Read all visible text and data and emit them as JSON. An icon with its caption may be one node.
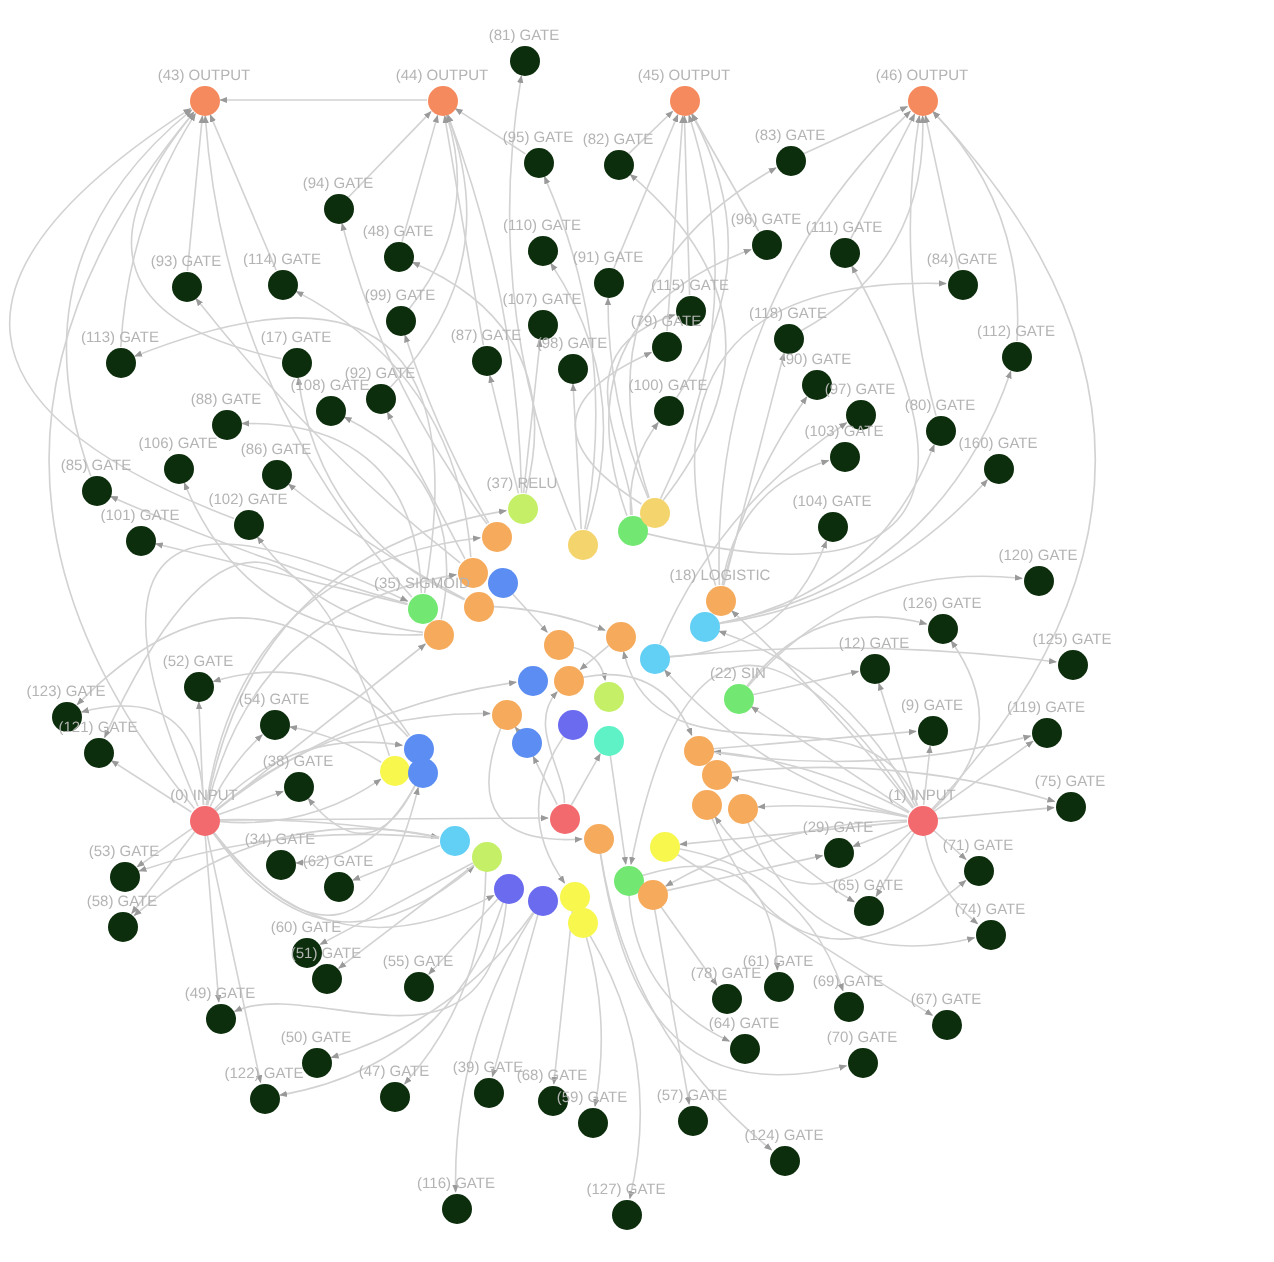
{
  "diagram": {
    "nodes": [
      {
        "text": [
          "(43) OUTPUT"
        ]
      },
      {
        "text": [
          "(81) GATE"
        ]
      },
      {
        "text": [
          "(44) OUTPUT"
        ]
      },
      {
        "text": [
          "(45) OUTPUT"
        ]
      },
      {
        "text": [
          "(46) OUTPUT"
        ]
      },
      {
        "text": [
          "(95) GATE"
        ]
      },
      {
        "text": [
          "(82) GATE"
        ]
      },
      {
        "text": [
          "(83) GATE"
        ]
      },
      {
        "text": [
          "(94) GATE"
        ]
      },
      {
        "text": [
          "(96) GATE"
        ]
      },
      {
        "text": [
          "(111) GATE"
        ]
      },
      {
        "text": [
          "(48) GATE"
        ]
      },
      {
        "text": [
          "(110) GATE"
        ]
      },
      {
        "text": [
          "(93) GATE"
        ]
      },
      {
        "text": [
          "(114) GATE"
        ]
      },
      {
        "text": [
          "(91) GATE"
        ]
      },
      {
        "text": [
          "(84) GATE"
        ]
      },
      {
        "text": [
          "(115) GATE"
        ]
      },
      {
        "text": [
          "(99) GATE"
        ]
      },
      {
        "text": [
          "(107) GATE"
        ]
      },
      {
        "text": [
          "(118) GATE"
        ]
      },
      {
        "text": [
          "(79) GATE"
        ]
      },
      {
        "text": [
          "(113) GATE"
        ]
      },
      {
        "text": [
          "(17) GATE"
        ]
      },
      {
        "text": [
          "(87) GATE"
        ]
      },
      {
        "text": [
          "(98) GATE"
        ]
      },
      {
        "text": [
          "(112) GATE"
        ]
      },
      {
        "text": [
          "(90) GATE"
        ]
      },
      {
        "text": [
          "(92) GATE"
        ]
      },
      {
        "text": [
          "(108) GATE"
        ]
      },
      {
        "text": [
          "(88) GATE"
        ]
      },
      {
        "text": [
          "(100) GATE"
        ]
      },
      {
        "text": [
          "(97) GATE"
        ]
      },
      {
        "text": [
          "(80) GATE"
        ]
      },
      {
        "text": [
          "(106) GATE"
        ]
      },
      {
        "text": [
          "(86) GATE"
        ]
      },
      {
        "text": [
          "(103) GATE"
        ]
      },
      {
        "text": [
          "(160) GATE"
        ]
      },
      {
        "text": [
          "(85) GATE"
        ]
      },
      {
        "text": [
          "(102) GATE"
        ]
      },
      {
        "text": [
          "(104) GATE"
        ]
      },
      {
        "text": [
          "(101) GATE"
        ]
      },
      {
        "text": [
          "(120) GATE"
        ]
      },
      {
        "text": [
          "(126) GATE"
        ]
      },
      {
        "text": [
          "(125) GATE"
        ]
      },
      {
        "text": [
          "(52) GATE"
        ]
      },
      {
        "text": [
          "(12) GATE"
        ]
      },
      {
        "text": [
          "(123) GATE"
        ]
      },
      {
        "text": [
          "(54) GATE"
        ]
      },
      {
        "text": [
          "(9) GATE"
        ]
      },
      {
        "text": [
          "(119) GATE"
        ]
      },
      {
        "text": [
          "(121) GATE"
        ]
      },
      {
        "text": [
          "(38) GATE"
        ]
      },
      {
        "text": [
          "(75) GATE"
        ]
      },
      {
        "text": [
          "(0) INPUT"
        ]
      },
      {
        "text": [
          "(1) INPUT"
        ]
      },
      {
        "text": [
          "(29) GATE"
        ]
      },
      {
        "text": [
          "(53) GATE"
        ]
      },
      {
        "text": [
          "(34) GATE"
        ]
      },
      {
        "text": [
          "(71) GATE"
        ]
      },
      {
        "text": [
          "(62) GATE"
        ]
      },
      {
        "text": [
          "(65) GATE"
        ]
      },
      {
        "text": [
          "(58) GATE"
        ]
      },
      {
        "text": [
          "(74) GATE"
        ]
      },
      {
        "text": [
          "(60) GATE"
        ]
      },
      {
        "text": [
          "(51) GATE"
        ]
      },
      {
        "text": [
          "(55) GATE"
        ]
      },
      {
        "text": [
          "(61) GATE"
        ]
      },
      {
        "text": [
          "(78) GATE"
        ]
      },
      {
        "text": [
          "(69) GATE"
        ]
      },
      {
        "text": [
          "(49) GATE"
        ]
      },
      {
        "text": [
          "(67) GATE"
        ]
      },
      {
        "text": [
          "(64) GATE"
        ]
      },
      {
        "text": [
          "(70) GATE"
        ]
      },
      {
        "text": [
          "(50) GATE"
        ]
      },
      {
        "text": [
          "(122) GATE"
        ]
      },
      {
        "text": [
          "(39) GATE"
        ]
      },
      {
        "text": [
          "(47) GATE"
        ]
      },
      {
        "text": [
          "(68) GATE"
        ]
      },
      {
        "text": [
          "(57) GATE"
        ]
      },
      {
        "text": [
          "(59) GATE"
        ]
      },
      {
        "text": [
          "(124) GATE"
        ]
      },
      {
        "text": [
          "(116) GATE"
        ]
      },
      {
        "text": [
          "(127) GATE"
        ]
      },
      {
        "text": [
          "(37) RELU"
        ]
      },
      {
        "text": [],
        "shape": "circle"
      },
      {
        "text": [],
        "shape": "circle"
      },
      {
        "text": [],
        "shape": "circle"
      },
      {
        "text": [],
        "shape": "circle"
      },
      {
        "text": [],
        "shape": "circle"
      },
      {
        "text": [],
        "shape": "circle"
      },
      {
        "text": [
          "(35) SIGMOID"
        ]
      },
      {
        "text": [],
        "shape": "circle"
      },
      {
        "text": [],
        "shape": "circle"
      },
      {
        "text": [
          "(18) LOGISTIC"
        ]
      },
      {
        "text": [],
        "shape": "circle"
      },
      {
        "text": [],
        "shape": "circle"
      },
      {
        "text": [],
        "shape": "circle"
      },
      {
        "text": [],
        "shape": "circle"
      },
      {
        "text": [],
        "shape": "circle"
      },
      {
        "text": [],
        "shape": "circle"
      },
      {
        "text": [],
        "shape": "circle"
      },
      {
        "text": [],
        "shape": "circle"
      },
      {
        "text": [],
        "shape": "circle"
      },
      {
        "text": [
          "(22) SIN"
        ]
      },
      {
        "text": [],
        "shape": "circle"
      },
      {
        "text": [],
        "shape": "circle"
      },
      {
        "text": [],
        "shape": "circle"
      },
      {
        "text": [],
        "shape": "circle"
      },
      {
        "text": [],
        "shape": "circle"
      },
      {
        "text": [],
        "shape": "circle"
      },
      {
        "text": [],
        "shape": "circle"
      },
      {
        "text": [],
        "shape": "circle"
      },
      {
        "text": [],
        "shape": "circle"
      },
      {
        "text": [],
        "shape": "circle"
      },
      {
        "text": [],
        "shape": "circle"
      },
      {
        "text": [],
        "shape": "circle"
      },
      {
        "text": [],
        "shape": "circle"
      },
      {
        "text": [],
        "shape": "circle"
      },
      {
        "text": [],
        "shape": "circle"
      },
      {
        "text": [],
        "shape": "circle"
      },
      {
        "text": [],
        "shape": "circle"
      },
      {
        "text": [],
        "shape": "circle"
      },
      {
        "text": [],
        "shape": "circle"
      },
      {
        "text": [],
        "shape": "circle"
      }
    ],
    "edges": [
      {
        "from": 54,
        "to": 84,
        "arrow": "to"
      },
      {
        "from": 54,
        "to": 87,
        "arrow": "to"
      },
      {
        "from": 54,
        "to": 89,
        "arrow": "to"
      },
      {
        "from": 54,
        "to": 91,
        "arrow": "to"
      },
      {
        "from": 54,
        "to": 93,
        "arrow": "to"
      },
      {
        "from": 54,
        "to": 98,
        "arrow": "to"
      },
      {
        "from": 54,
        "to": 101,
        "arrow": "to"
      },
      {
        "from": 54,
        "to": 106,
        "arrow": "to"
      },
      {
        "from": 54,
        "to": 107,
        "arrow": "to"
      },
      {
        "from": 54,
        "to": 108,
        "arrow": "to"
      },
      {
        "from": 54,
        "to": 113,
        "arrow": "to"
      },
      {
        "from": 54,
        "to": 114,
        "arrow": "to"
      },
      {
        "from": 54,
        "to": 115,
        "arrow": "to"
      },
      {
        "from": 54,
        "to": 118,
        "arrow": "to"
      },
      {
        "from": 55,
        "to": 94,
        "arrow": "to"
      },
      {
        "from": 55,
        "to": 95,
        "arrow": "to"
      },
      {
        "from": 55,
        "to": 97,
        "arrow": "to"
      },
      {
        "from": 55,
        "to": 104,
        "arrow": "to"
      },
      {
        "from": 55,
        "to": 109,
        "arrow": "to"
      },
      {
        "from": 55,
        "to": 110,
        "arrow": "to"
      },
      {
        "from": 55,
        "to": 111,
        "arrow": "to"
      },
      {
        "from": 55,
        "to": 112,
        "arrow": "to"
      },
      {
        "from": 55,
        "to": 117,
        "arrow": "to"
      },
      {
        "from": 55,
        "to": 121,
        "arrow": "to"
      },
      {
        "from": 55,
        "to": 122,
        "arrow": "to"
      },
      {
        "from": 55,
        "to": 124,
        "arrow": "to"
      },
      {
        "from": 54,
        "to": 45,
        "arrow": "to"
      },
      {
        "from": 54,
        "to": 48,
        "arrow": "to"
      },
      {
        "from": 54,
        "to": 52,
        "arrow": "to"
      },
      {
        "from": 54,
        "to": 47,
        "arrow": "to"
      },
      {
        "from": 54,
        "to": 51,
        "arrow": "to"
      },
      {
        "from": 54,
        "to": 57,
        "arrow": "to"
      },
      {
        "from": 54,
        "to": 62,
        "arrow": "to"
      },
      {
        "from": 54,
        "to": 70,
        "arrow": "to"
      },
      {
        "from": 54,
        "to": 75,
        "arrow": "to"
      },
      {
        "from": 55,
        "to": 46,
        "arrow": "to"
      },
      {
        "from": 55,
        "to": 49,
        "arrow": "to"
      },
      {
        "from": 55,
        "to": 50,
        "arrow": "to"
      },
      {
        "from": 55,
        "to": 53,
        "arrow": "to"
      },
      {
        "from": 55,
        "to": 59,
        "arrow": "to"
      },
      {
        "from": 55,
        "to": 61,
        "arrow": "to"
      },
      {
        "from": 55,
        "to": 63,
        "arrow": "to"
      },
      {
        "from": 55,
        "to": 56,
        "arrow": "to"
      },
      {
        "from": 55,
        "to": 43,
        "arrow": "to"
      },
      {
        "from": 88,
        "to": 1,
        "arrow": "to"
      },
      {
        "from": 88,
        "to": 5,
        "arrow": "to"
      },
      {
        "from": 86,
        "to": 6,
        "arrow": "to"
      },
      {
        "from": 86,
        "to": 7,
        "arrow": "to"
      },
      {
        "from": 87,
        "to": 8,
        "arrow": "to"
      },
      {
        "from": 85,
        "to": 9,
        "arrow": "to"
      },
      {
        "from": 85,
        "to": 10,
        "arrow": "to"
      },
      {
        "from": 84,
        "to": 11,
        "arrow": "to"
      },
      {
        "from": 88,
        "to": 12,
        "arrow": "to"
      },
      {
        "from": 89,
        "to": 13,
        "arrow": "to"
      },
      {
        "from": 89,
        "to": 14,
        "arrow": "to"
      },
      {
        "from": 86,
        "to": 15,
        "arrow": "to"
      },
      {
        "from": 94,
        "to": 16,
        "arrow": "to"
      },
      {
        "from": 85,
        "to": 17,
        "arrow": "to"
      },
      {
        "from": 87,
        "to": 18,
        "arrow": "to"
      },
      {
        "from": 84,
        "to": 19,
        "arrow": "to"
      },
      {
        "from": 94,
        "to": 20,
        "arrow": "to"
      },
      {
        "from": 86,
        "to": 21,
        "arrow": "to"
      },
      {
        "from": 91,
        "to": 22,
        "arrow": "to"
      },
      {
        "from": 92,
        "to": 23,
        "arrow": "to"
      },
      {
        "from": 84,
        "to": 24,
        "arrow": "to"
      },
      {
        "from": 88,
        "to": 25,
        "arrow": "to"
      },
      {
        "from": 95,
        "to": 26,
        "arrow": "to"
      },
      {
        "from": 94,
        "to": 27,
        "arrow": "to"
      },
      {
        "from": 89,
        "to": 28,
        "arrow": "to"
      },
      {
        "from": 93,
        "to": 29,
        "arrow": "to"
      },
      {
        "from": 91,
        "to": 30,
        "arrow": "to"
      },
      {
        "from": 85,
        "to": 31,
        "arrow": "to"
      },
      {
        "from": 97,
        "to": 32,
        "arrow": "to"
      },
      {
        "from": 95,
        "to": 33,
        "arrow": "to"
      },
      {
        "from": 93,
        "to": 34,
        "arrow": "to"
      },
      {
        "from": 92,
        "to": 35,
        "arrow": "to"
      },
      {
        "from": 94,
        "to": 36,
        "arrow": "to"
      },
      {
        "from": 95,
        "to": 37,
        "arrow": "to"
      },
      {
        "from": 91,
        "to": 38,
        "arrow": "to"
      },
      {
        "from": 93,
        "to": 39,
        "arrow": "to"
      },
      {
        "from": 97,
        "to": 40,
        "arrow": "to"
      },
      {
        "from": 91,
        "to": 41,
        "arrow": "to"
      },
      {
        "from": 104,
        "to": 42,
        "arrow": "to"
      },
      {
        "from": 104,
        "to": 43,
        "arrow": "to"
      },
      {
        "from": 97,
        "to": 44,
        "arrow": "to"
      },
      {
        "from": 106,
        "to": 45,
        "arrow": "to"
      },
      {
        "from": 104,
        "to": 46,
        "arrow": "to"
      },
      {
        "from": 106,
        "to": 47,
        "arrow": "to"
      },
      {
        "from": 107,
        "to": 48,
        "arrow": "to"
      },
      {
        "from": 109,
        "to": 49,
        "arrow": "to"
      },
      {
        "from": 109,
        "to": 50,
        "arrow": "to"
      },
      {
        "from": 107,
        "to": 51,
        "arrow": "to"
      },
      {
        "from": 108,
        "to": 52,
        "arrow": "to"
      },
      {
        "from": 110,
        "to": 53,
        "arrow": "to"
      },
      {
        "from": 122,
        "to": 56,
        "arrow": "to"
      },
      {
        "from": 114,
        "to": 57,
        "arrow": "to"
      },
      {
        "from": 108,
        "to": 58,
        "arrow": "to"
      },
      {
        "from": 111,
        "to": 59,
        "arrow": "to"
      },
      {
        "from": 114,
        "to": 60,
        "arrow": "to"
      },
      {
        "from": 112,
        "to": 61,
        "arrow": "to"
      },
      {
        "from": 114,
        "to": 62,
        "arrow": "to"
      },
      {
        "from": 112,
        "to": 63,
        "arrow": "to"
      },
      {
        "from": 115,
        "to": 64,
        "arrow": "to"
      },
      {
        "from": 115,
        "to": 65,
        "arrow": "to"
      },
      {
        "from": 118,
        "to": 66,
        "arrow": "to"
      },
      {
        "from": 121,
        "to": 67,
        "arrow": "to"
      },
      {
        "from": 122,
        "to": 68,
        "arrow": "to"
      },
      {
        "from": 117,
        "to": 69,
        "arrow": "to"
      },
      {
        "from": 118,
        "to": 70,
        "arrow": "to"
      },
      {
        "from": 117,
        "to": 71,
        "arrow": "to"
      },
      {
        "from": 121,
        "to": 72,
        "arrow": "to"
      },
      {
        "from": 116,
        "to": 73,
        "arrow": "to"
      },
      {
        "from": 119,
        "to": 74,
        "arrow": "to"
      },
      {
        "from": 118,
        "to": 75,
        "arrow": "to"
      },
      {
        "from": 119,
        "to": 76,
        "arrow": "to"
      },
      {
        "from": 115,
        "to": 77,
        "arrow": "to"
      },
      {
        "from": 120,
        "to": 78,
        "arrow": "to"
      },
      {
        "from": 122,
        "to": 79,
        "arrow": "to"
      },
      {
        "from": 123,
        "to": 80,
        "arrow": "to"
      },
      {
        "from": 116,
        "to": 81,
        "arrow": "to"
      },
      {
        "from": 119,
        "to": 82,
        "arrow": "to"
      },
      {
        "from": 123,
        "to": 83,
        "arrow": "to"
      },
      {
        "from": 13,
        "to": 0,
        "arrow": "to"
      },
      {
        "from": 22,
        "to": 0,
        "arrow": "to"
      },
      {
        "from": 23,
        "to": 0,
        "arrow": "to"
      },
      {
        "from": 14,
        "to": 0,
        "arrow": "to"
      },
      {
        "from": 38,
        "to": 0,
        "arrow": "to"
      },
      {
        "from": 39,
        "to": 0,
        "arrow": "to"
      },
      {
        "from": 8,
        "to": 2,
        "arrow": "to"
      },
      {
        "from": 11,
        "to": 2,
        "arrow": "to"
      },
      {
        "from": 18,
        "to": 2,
        "arrow": "to"
      },
      {
        "from": 24,
        "to": 2,
        "arrow": "to"
      },
      {
        "from": 28,
        "to": 2,
        "arrow": "to"
      },
      {
        "from": 5,
        "to": 2,
        "arrow": "to"
      },
      {
        "from": 6,
        "to": 3,
        "arrow": "to"
      },
      {
        "from": 15,
        "to": 3,
        "arrow": "to"
      },
      {
        "from": 17,
        "to": 3,
        "arrow": "to"
      },
      {
        "from": 21,
        "to": 3,
        "arrow": "to"
      },
      {
        "from": 31,
        "to": 3,
        "arrow": "to"
      },
      {
        "from": 9,
        "to": 3,
        "arrow": "to"
      },
      {
        "from": 7,
        "to": 4,
        "arrow": "to"
      },
      {
        "from": 10,
        "to": 4,
        "arrow": "to"
      },
      {
        "from": 16,
        "to": 4,
        "arrow": "to"
      },
      {
        "from": 26,
        "to": 4,
        "arrow": "to"
      },
      {
        "from": 20,
        "to": 4,
        "arrow": "to"
      },
      {
        "from": 33,
        "to": 4,
        "arrow": "to"
      },
      {
        "from": 2,
        "to": 0,
        "arrow": "to"
      },
      {
        "from": 91,
        "to": 0,
        "arrow": "to"
      },
      {
        "from": 84,
        "to": 2,
        "arrow": "to"
      },
      {
        "from": 86,
        "to": 3,
        "arrow": "to"
      },
      {
        "from": 94,
        "to": 4,
        "arrow": "to"
      },
      {
        "from": 55,
        "to": 4,
        "arrow": "to"
      },
      {
        "from": 54,
        "to": 0,
        "arrow": "to"
      },
      {
        "from": 113,
        "to": 99,
        "arrow": "to"
      },
      {
        "from": 113,
        "to": 105,
        "arrow": "to"
      },
      {
        "from": 113,
        "to": 103,
        "arrow": "to"
      },
      {
        "from": 96,
        "to": 100,
        "arrow": "to"
      },
      {
        "from": 124,
        "to": 99,
        "arrow": "to"
      },
      {
        "from": 105,
        "to": 101,
        "arrow": "to"
      },
      {
        "from": 90,
        "to": 96,
        "arrow": "to"
      },
      {
        "from": 92,
        "to": 124,
        "arrow": "to"
      },
      {
        "from": 99,
        "to": 109,
        "arrow": "to"
      },
      {
        "from": 101,
        "to": 116,
        "arrow": "to"
      },
      {
        "from": 102,
        "to": 120,
        "arrow": "to"
      },
      {
        "from": 103,
        "to": 121,
        "arrow": "to"
      }
    ]
  }
}
